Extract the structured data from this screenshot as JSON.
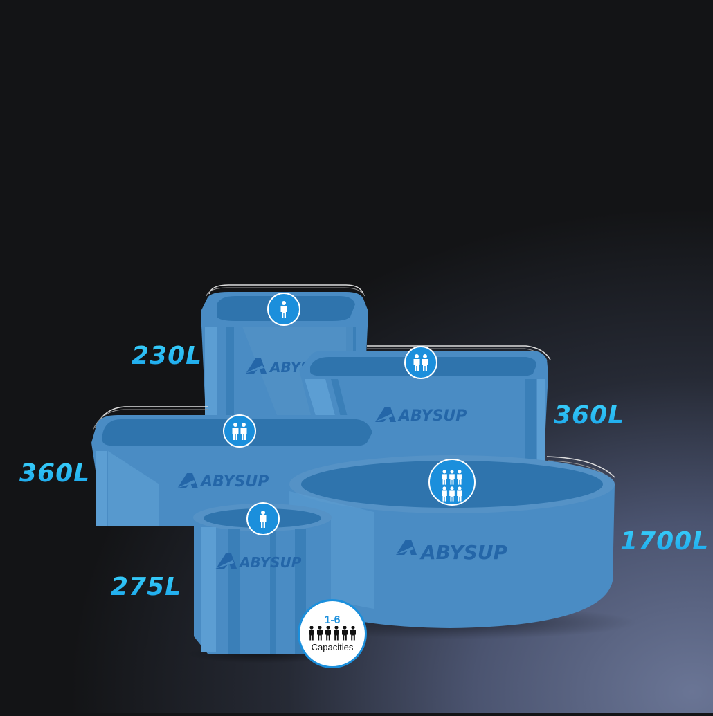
{
  "brand": {
    "name": "ABYSUP"
  },
  "products": [
    {
      "id": "tall-square",
      "volume": "230L",
      "capacity_icon": "one-person-icon",
      "persons": 1
    },
    {
      "id": "rect-right",
      "volume": "360L",
      "capacity_icon": "two-persons-icon",
      "persons": 2
    },
    {
      "id": "rect-left",
      "volume": "360L",
      "capacity_icon": "two-persons-icon",
      "persons": 2
    },
    {
      "id": "round-large",
      "volume": "1700L",
      "capacity_icon": "six-persons-icon",
      "persons": 6
    },
    {
      "id": "barrel",
      "volume": "275L",
      "capacity_icon": "one-person-icon",
      "persons": 1
    }
  ],
  "capacities_badge": {
    "range": "1-6",
    "label": "Capacities",
    "icon": "six-people-row-icon"
  },
  "colors": {
    "tub": "#4a8cc4",
    "tub_dark": "#2f74ad",
    "tub_light": "#5c9ed3",
    "volume_text": "#2fc0f5",
    "badge_blue": "#1b8fdc",
    "logo": "#2466a8"
  }
}
